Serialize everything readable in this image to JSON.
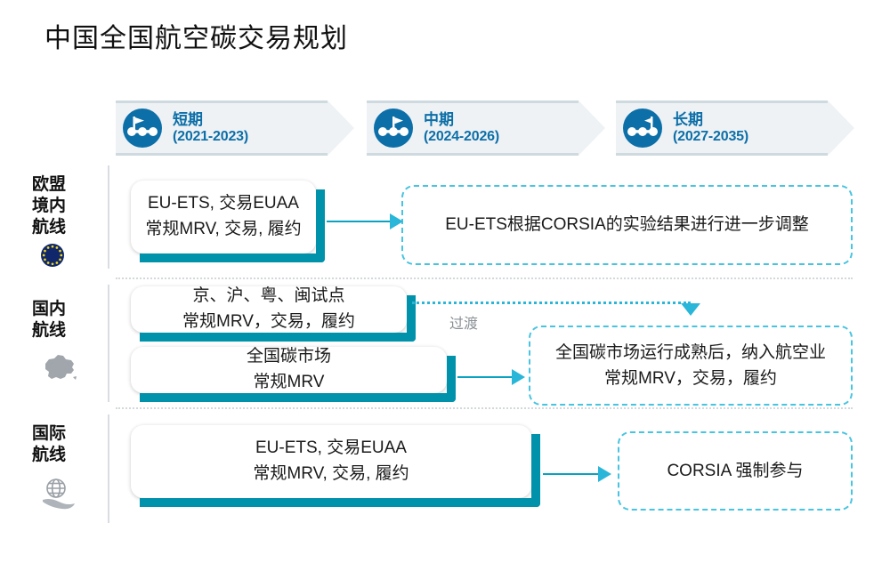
{
  "title": "中国全国航空碳交易规划",
  "timeline": {
    "phases": [
      {
        "id": "short-term",
        "name": "短期",
        "years": "(2021-2023)",
        "icon": "milestone-flag-icon"
      },
      {
        "id": "mid-term",
        "name": "中期",
        "years": "(2024-2026)",
        "icon": "milestone-flag-icon"
      },
      {
        "id": "long-term",
        "name": "长期",
        "years": "(2027-2035)",
        "icon": "milestone-flag-icon"
      }
    ]
  },
  "rows": [
    {
      "id": "eu-domestic",
      "label_line1": "欧盟",
      "label_line2": "境内",
      "label_line3": "航线",
      "icon": "eu-flag-icon"
    },
    {
      "id": "china-domestic",
      "label_line1": "国内",
      "label_line2": "航线",
      "label_line3": "",
      "icon": "china-map-icon"
    },
    {
      "id": "international",
      "label_line1": "国际",
      "label_line2": "航线",
      "label_line3": "",
      "icon": "globe-in-hand-icon"
    }
  ],
  "boxes": {
    "eu_short": {
      "line1": "EU-ETS, 交易EUAA",
      "line2": "常规MRV, 交易, 履约"
    },
    "eu_long": {
      "line1": "EU-ETS根据CORSIA的实验结果进行进一步调整",
      "line2": ""
    },
    "cn_pilot": {
      "line1": "京、沪、粤、闽试点",
      "line2": "常规MRV，交易，履约"
    },
    "cn_national": {
      "line1": "全国碳市场",
      "line2": "常规MRV"
    },
    "cn_future": {
      "line1": "全国碳市场运行成熟后，纳入航空业",
      "line2": "常规MRV，交易，履约"
    },
    "intl_short": {
      "line1": "EU-ETS, 交易EUAA",
      "line2": "常规MRV, 交易, 履约"
    },
    "intl_long": {
      "line1": "CORSIA 强制参与",
      "line2": ""
    }
  },
  "connectors": {
    "transition_label": "过渡"
  },
  "colors": {
    "phase_blue": "#0d6fa8",
    "chevron_bg": "#eef2f5",
    "teal_shadow": "#0092ab",
    "arrow_teal": "#29b6d8",
    "dashed_border": "#46c4e0",
    "separator_gray": "#d3d8dc"
  }
}
